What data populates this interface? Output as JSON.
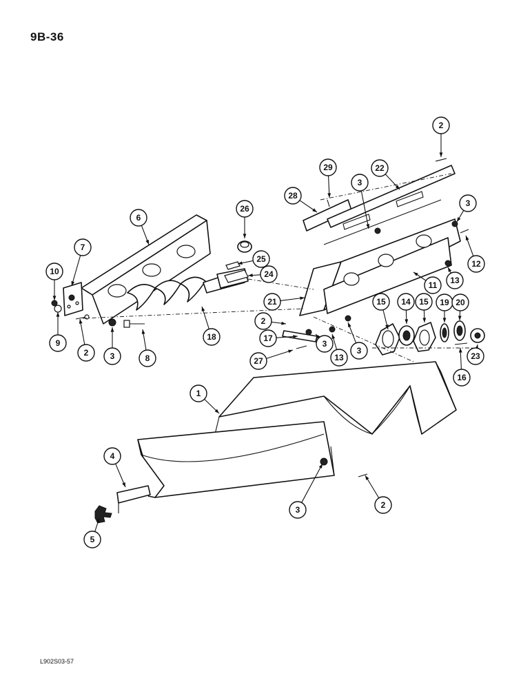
{
  "page": {
    "page_number": "9B-36",
    "figure_code": "L902S03-57"
  },
  "callouts": [
    {
      "label": "1"
    },
    {
      "label": "2"
    },
    {
      "label": "2"
    },
    {
      "label": "2"
    },
    {
      "label": "2"
    },
    {
      "label": "3"
    },
    {
      "label": "3"
    },
    {
      "label": "3"
    },
    {
      "label": "3"
    },
    {
      "label": "3"
    },
    {
      "label": "3"
    },
    {
      "label": "4"
    },
    {
      "label": "5"
    },
    {
      "label": "6"
    },
    {
      "label": "7"
    },
    {
      "label": "8"
    },
    {
      "label": "9"
    },
    {
      "label": "10"
    },
    {
      "label": "11"
    },
    {
      "label": "12"
    },
    {
      "label": "13"
    },
    {
      "label": "13"
    },
    {
      "label": "14"
    },
    {
      "label": "15"
    },
    {
      "label": "15"
    },
    {
      "label": "16"
    },
    {
      "label": "17"
    },
    {
      "label": "18"
    },
    {
      "label": "19"
    },
    {
      "label": "20"
    },
    {
      "label": "21"
    },
    {
      "label": "22"
    },
    {
      "label": "23"
    },
    {
      "label": "24"
    },
    {
      "label": "25"
    },
    {
      "label": "26"
    },
    {
      "label": "27"
    },
    {
      "label": "28"
    },
    {
      "label": "29"
    }
  ]
}
